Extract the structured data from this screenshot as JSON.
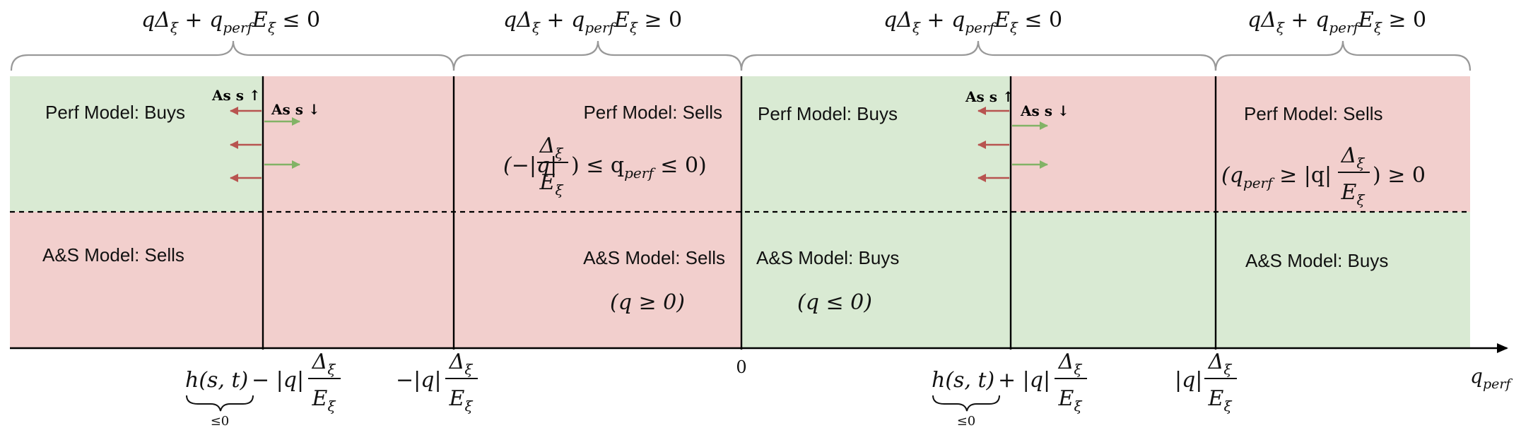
{
  "colors": {
    "green": "#d9ead3",
    "red": "#f2cfcd",
    "arrow_red": "#b85450",
    "arrow_green": "#82b366",
    "brace": "#999999",
    "line": "#000000"
  },
  "braces": [
    {
      "label_a": "qΔ",
      "label_b": "ξ",
      "label_c": " + q",
      "label_d": "perf",
      "label_e": "E",
      "label_f": "ξ",
      "label_g": " ≤ 0"
    },
    {
      "label_a": "qΔ",
      "label_b": "ξ",
      "label_c": " + q",
      "label_d": "perf",
      "label_e": "E",
      "label_f": "ξ",
      "label_g": " ≥ 0"
    },
    {
      "label_a": "qΔ",
      "label_b": "ξ",
      "label_c": " + q",
      "label_d": "perf",
      "label_e": "E",
      "label_f": "ξ",
      "label_g": " ≤ 0"
    },
    {
      "label_a": "qΔ",
      "label_b": "ξ",
      "label_c": " + q",
      "label_d": "perf",
      "label_e": "E",
      "label_f": "ξ",
      "label_g": " ≥ 0"
    }
  ],
  "regions": [
    {
      "perf": "Perf Model: Buys",
      "as": "A&S Model: Sells",
      "as_condition": ""
    },
    {
      "perf": "Perf Model: Sells",
      "as": "A&S Model: Sells",
      "as_condition": "(q ≥ 0)"
    },
    {
      "perf": "Perf Model: Buys",
      "as": "A&S Model: Buys",
      "as_condition": "(q ≤ 0)"
    },
    {
      "perf": "Perf Model: Sells",
      "as": "A&S Model: Buys",
      "as_condition": ""
    }
  ],
  "annotations": {
    "as_up": "As s ↑",
    "as_down": "As s ↓"
  },
  "conditions": {
    "left": {
      "open": "(−|q|",
      "num": "Δ",
      "num_sub": "ξ",
      "den": "E",
      "den_sub": "ξ",
      "close": ") ≤ q",
      "close_sub": "perf",
      "tail": " ≤ 0)"
    },
    "right": {
      "open": "(q",
      "open_sub": "perf",
      "mid": " ≥ |q|",
      "num": "Δ",
      "num_sub": "ξ",
      "den": "E",
      "den_sub": "ξ",
      "close": ") ≥ 0"
    }
  },
  "axis": {
    "label": "q",
    "label_sub": "perf",
    "zero": "0",
    "ticks": [
      {
        "prefix": "h(s, t)",
        "under": "≤0",
        "mid": " − |q|",
        "num": "Δ",
        "num_sub": "ξ",
        "den": "E",
        "den_sub": "ξ"
      },
      {
        "prefix": "",
        "under": "",
        "mid": "−|q|",
        "num": "Δ",
        "num_sub": "ξ",
        "den": "E",
        "den_sub": "ξ"
      },
      {
        "prefix": "h(s, t)",
        "under": "≤0",
        "mid": " + |q|",
        "num": "Δ",
        "num_sub": "ξ",
        "den": "E",
        "den_sub": "ξ"
      },
      {
        "prefix": "",
        "under": "",
        "mid": "|q|",
        "num": "Δ",
        "num_sub": "ξ",
        "den": "E",
        "den_sub": "ξ"
      }
    ]
  }
}
